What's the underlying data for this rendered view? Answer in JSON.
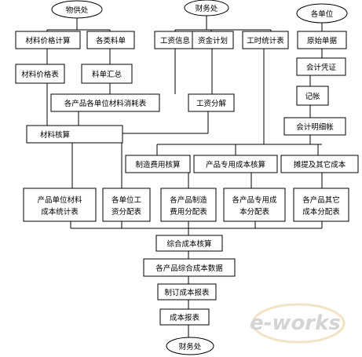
{
  "nodes": {
    "supply_dept": "物供处",
    "finance_dept": "财务处",
    "each_unit": "各单位",
    "material_price_calc": "材料价格计算",
    "material_list_types": "各类料单",
    "salary_info": "工资信息",
    "fund_plan": "资金计划",
    "work_hours_stats": "工时统计表",
    "original_documents": "原始单据",
    "material_price_table": "材料价格表",
    "material_list_summary": "料单汇总",
    "accounting_voucher": "会计凭证",
    "bookkeeping": "记帐",
    "product_unit_material_consumption": "各产品各单位材料消耗表",
    "salary_allocation": "工资分解",
    "accounting_detail_ledger": "会计明细帐",
    "material_accounting": "材料核算",
    "manufacturing_cost_accounting": "制造费用核算",
    "product_dedicated_cost_accounting": "产品专用成本核算",
    "amortization_other_costs": "摊提及其它成本",
    "product_unit_material_cost_stats": [
      "产品单位材料",
      "成本统计表"
    ],
    "unit_salary_allocation": [
      "各单位工",
      "资分配表"
    ],
    "product_manufacturing_cost_allocation": [
      "各产品制造",
      "费用分配表"
    ],
    "product_dedicated_cost_allocation": [
      "各产品专用成",
      "本分配表"
    ],
    "product_other_cost_allocation": [
      "各产品其它",
      "成本分配表"
    ],
    "comprehensive_cost_accounting": "综合成本核算",
    "product_comprehensive_cost_data": "各产品综合成本数据",
    "compile_cost_report": "制订成本报表",
    "cost_report": "成本报表",
    "finance_dept_end": "财务处"
  },
  "watermark": {
    "brand": "e-works",
    "colors": {
      "text": "#cfcfcf",
      "accent": "#e0b060"
    }
  },
  "colors": {
    "line": "#000000",
    "box_fill": "#ffffff",
    "text": "#000000"
  }
}
